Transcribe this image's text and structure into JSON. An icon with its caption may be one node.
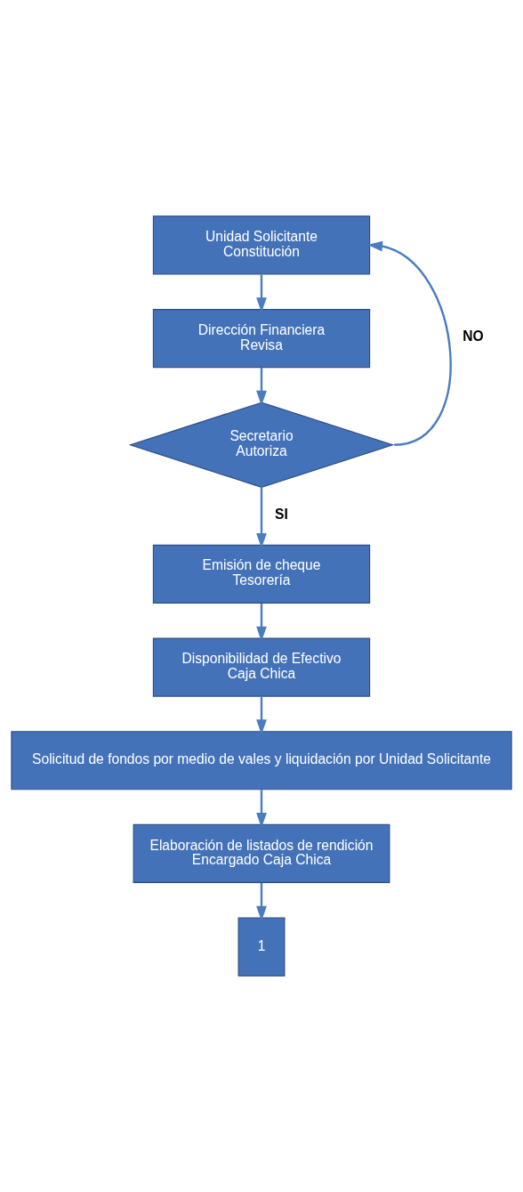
{
  "diagram": {
    "nodes": [
      {
        "text": [
          "Unidad Solicitante",
          "Constitución"
        ]
      },
      {
        "text": [
          "Dirección Financiera",
          "Revisa"
        ]
      },
      {
        "text": [
          "Secretario",
          "Autoriza"
        ]
      },
      {
        "text": [
          "Emisión de cheque",
          "Tesorería"
        ]
      },
      {
        "text": [
          "Disponibilidad de Efectivo",
          "Caja Chica"
        ]
      },
      {
        "text": [
          "Solicitud de fondos por medio de vales y liquidación por Unidad Solicitante"
        ]
      },
      {
        "text": [
          "Elaboración de listados de rendición",
          "Encargado Caja Chica"
        ]
      },
      {
        "text": [
          "1"
        ]
      }
    ],
    "edges": [
      {
        "from": 0,
        "to": 1,
        "arrow": "to"
      },
      {
        "from": 1,
        "to": 2,
        "arrow": "to"
      },
      {
        "from": 2,
        "to": 3,
        "arrow": "to",
        "label": "SI"
      },
      {
        "from": 2,
        "to": 0,
        "arrow": "to",
        "label": "NO"
      },
      {
        "from": 3,
        "to": 4,
        "arrow": "to"
      },
      {
        "from": 4,
        "to": 5,
        "arrow": "to"
      },
      {
        "from": 5,
        "to": 6,
        "arrow": "to"
      },
      {
        "from": 6,
        "to": 7,
        "arrow": "to"
      }
    ]
  }
}
